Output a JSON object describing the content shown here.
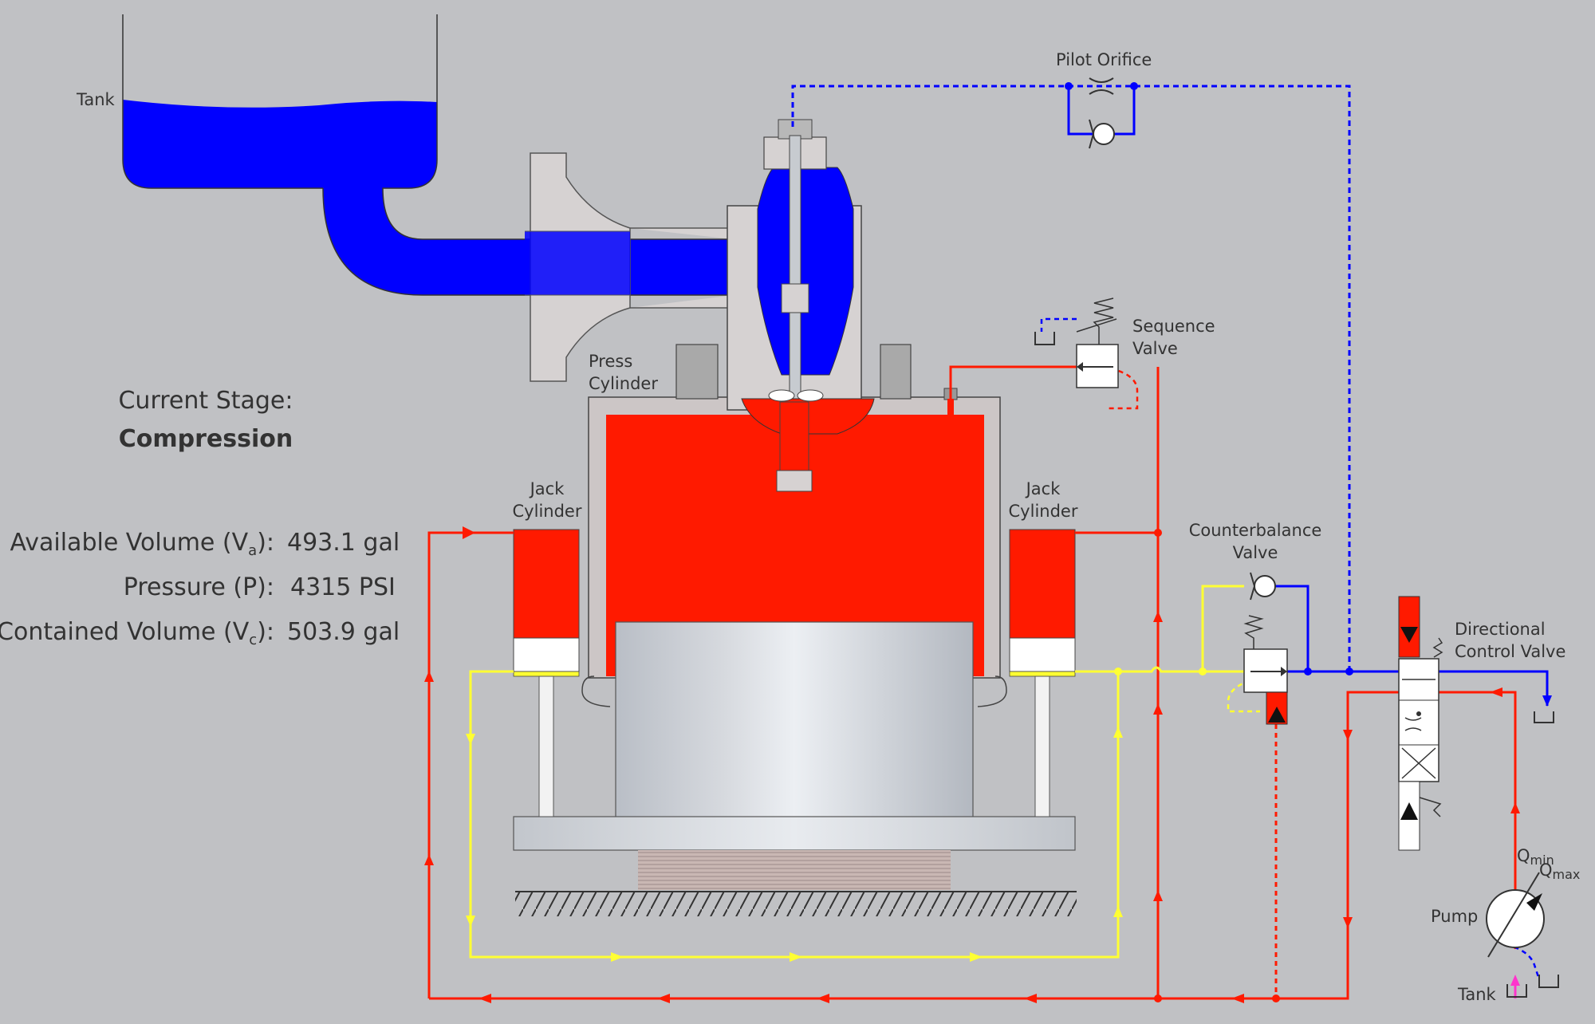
{
  "labels": {
    "tank_top": "Tank",
    "pilot_orifice": "Pilot Orifice",
    "sequence_valve": [
      "Sequence",
      "Valve"
    ],
    "press_cylinder": [
      "Press",
      "Cylinder"
    ],
    "jack_cylinder_left": [
      "Jack",
      "Cylinder"
    ],
    "jack_cylinder_right": [
      "Jack",
      "Cylinder"
    ],
    "counterbalance_valve": [
      "Counterbalance",
      "Valve"
    ],
    "directional_control_valve": [
      "Directional",
      "Control Valve"
    ],
    "pump": "Pump",
    "tank_bottom": "Tank",
    "q_min": "Q",
    "q_min_sub": "min",
    "q_max": "Q",
    "q_max_sub": "max"
  },
  "stage": {
    "heading": "Current Stage:",
    "value": "Compression"
  },
  "readouts": {
    "available_label": "Available Volume (V",
    "available_sub": "a",
    "available_close": "):",
    "available_value": "493.1 gal",
    "pressure_label": "Pressure (P):",
    "pressure_value": "4315 PSI",
    "contained_label": "Contained Volume (V",
    "contained_sub": "c",
    "contained_close": "):",
    "contained_value": "503.9 gal"
  },
  "colors": {
    "background": "#c0c1c4",
    "pressure_red": "#ff1a00",
    "tank_blue": "#0000ff",
    "return_yellow": "#ffff33",
    "pilot_magenta": "#ff33cc",
    "steel": "#d0d3d8"
  }
}
